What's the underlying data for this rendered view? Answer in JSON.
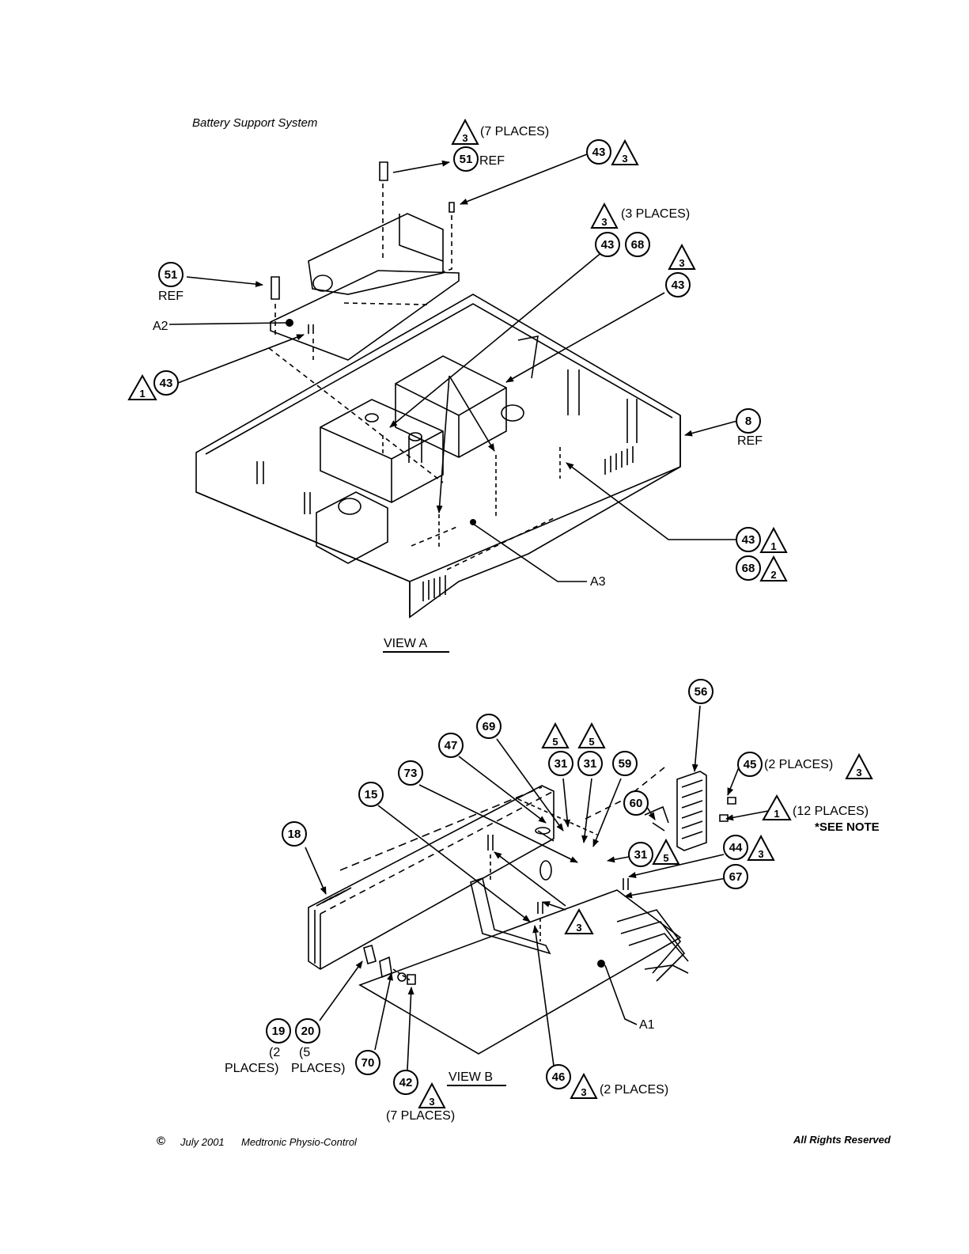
{
  "page_title": "Battery Support System",
  "view_a": {
    "label": "VIEW A",
    "callouts": {
      "c51_top": "51",
      "c51_top_ref": "REF",
      "note3_7places": "3",
      "note3_7places_text": "(7 PLACES)",
      "c43_top": "43",
      "c43_top_note": "3",
      "note3_3places": "3",
      "note3_3places_text": "(3 PLACES)",
      "c43_pair": "43",
      "c68_pair": "68",
      "note3_right": "3",
      "c43_right": "43",
      "c51_left": "51",
      "c51_left_ref": "REF",
      "a2": "A2",
      "note1_left": "1",
      "c43_left": "43",
      "c8": "8",
      "c8_ref": "REF",
      "c43_bottom": "43",
      "note1_bottom": "1",
      "c68_bottom": "68",
      "note2_bottom": "2",
      "a3": "A3"
    }
  },
  "view_b": {
    "label": "VIEW B",
    "callouts": {
      "c56": "56",
      "c69": "69",
      "c47": "47",
      "note5_a": "5",
      "note5_b": "5",
      "c31_a": "31",
      "c31_b": "31",
      "c59": "59",
      "c73": "73",
      "c15": "15",
      "c45": "45",
      "c45_text": "(2 PLACES)",
      "c45_note": "3",
      "c60": "60",
      "note1": "1",
      "note1_text": "(12 PLACES)",
      "see_note": "*SEE NOTE",
      "c18": "18",
      "c31_c": "31",
      "c31_c_note": "5",
      "c44": "44",
      "c44_note": "3",
      "c67": "67",
      "note3_mid": "3",
      "a1": "A1",
      "c19": "19",
      "c20": "20",
      "c19_text_1": "(2",
      "c19_text_2": "PLACES)",
      "c20_text_1": "(5",
      "c20_text_2": "PLACES)",
      "c70": "70",
      "c42": "42",
      "c42_note": "3",
      "c42_text": "(7 PLACES)",
      "c46": "46",
      "c46_note": "3",
      "c46_text": "(2 PLACES)"
    }
  },
  "footer": {
    "copyright_symbol": "©",
    "date": "July  2001",
    "company": "Medtronic Physio-Control",
    "rights": "All Rights Reserved"
  }
}
